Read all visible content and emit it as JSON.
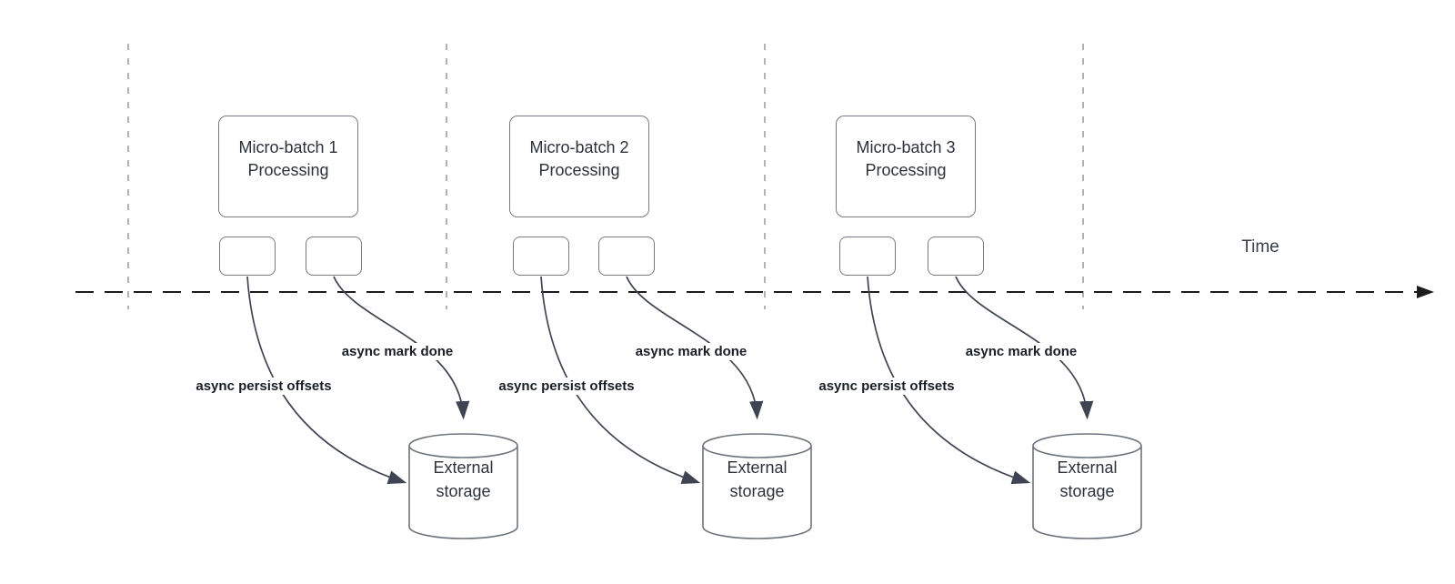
{
  "diagram": {
    "time_label": "Time",
    "storage": {
      "line1": "External",
      "line2": "storage"
    },
    "batches": [
      {
        "title": "Micro-batch 1",
        "subtitle": "Processing",
        "persist_label": "async persist offsets",
        "mark_label": "async mark done"
      },
      {
        "title": "Micro-batch 2",
        "subtitle": "Processing",
        "persist_label": "async persist offsets",
        "mark_label": "async mark done"
      },
      {
        "title": "Micro-batch 3",
        "subtitle": "Processing",
        "persist_label": "async persist offsets",
        "mark_label": "async mark done"
      }
    ],
    "colors": {
      "arrow": "#3e4452",
      "timeline": "#1c1c1c",
      "gridline": "#a9a9ab",
      "shape_border": "#767b82",
      "text": "#2c313a"
    }
  }
}
